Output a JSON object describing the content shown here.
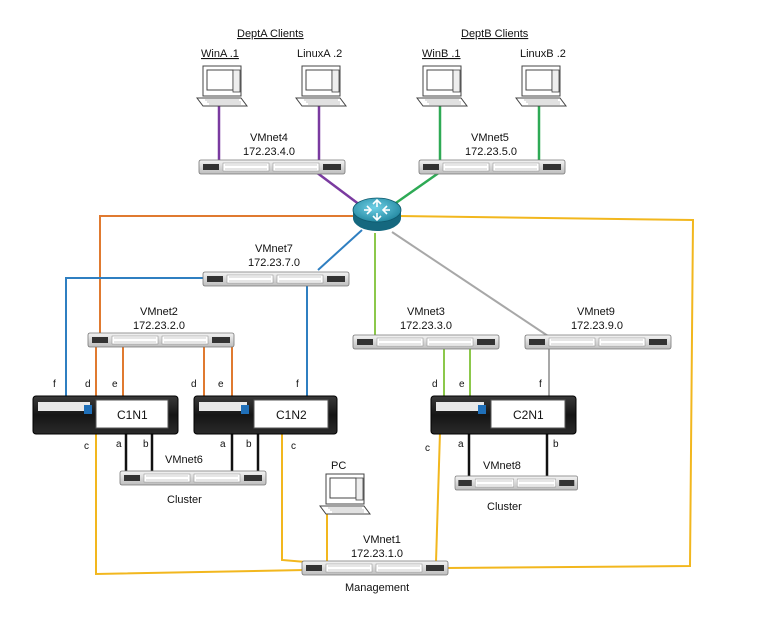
{
  "groups": {
    "deptA": "DeptA Clients",
    "deptB": "DeptB Clients"
  },
  "clients": {
    "winA": "WinA .1",
    "linuxA": "LinuxA .2",
    "winB": "WinB .1",
    "linuxB": "LinuxB .2",
    "pc": "PC"
  },
  "switches": {
    "vmnet4": {
      "name": "VMnet4",
      "subnet": "172.23.4.0"
    },
    "vmnet5": {
      "name": "VMnet5",
      "subnet": "172.23.5.0"
    },
    "vmnet7": {
      "name": "VMnet7",
      "subnet": "172.23.7.0"
    },
    "vmnet2": {
      "name": "VMnet2",
      "subnet": "172.23.2.0"
    },
    "vmnet3": {
      "name": "VMnet3",
      "subnet": "172.23.3.0"
    },
    "vmnet9": {
      "name": "VMnet9",
      "subnet": "172.23.9.0"
    },
    "vmnet6": {
      "name": "VMnet6"
    },
    "vmnet8": {
      "name": "VMnet8"
    },
    "vmnet1": {
      "name": "VMnet1",
      "subnet": "172.23.1.0"
    }
  },
  "nodes": {
    "c1n1": "C1N1",
    "c1n2": "C1N2",
    "c2n1": "C2N1"
  },
  "captions": {
    "cluster1": "Cluster",
    "cluster2": "Cluster",
    "management": "Management"
  },
  "ports": {
    "c1n1": {
      "f": "f",
      "d": "d",
      "e": "e",
      "c": "c",
      "a": "a",
      "b": "b"
    },
    "c1n2": {
      "d": "d",
      "e": "e",
      "f": "f",
      "a": "a",
      "b": "b",
      "c": "c"
    },
    "c2n1": {
      "d": "d",
      "e": "e",
      "f": "f",
      "c": "c",
      "a": "a",
      "b": "b"
    }
  },
  "colors": {
    "purple": "#7a3aa0",
    "green_dark": "#2eaa55",
    "orange": "#e07a30",
    "blue": "#2f7fc1",
    "green_light": "#8cc84b",
    "gray": "#a8a8a8",
    "yellow": "#f2b71e",
    "black": "#111111",
    "router": "#2a9ab5"
  }
}
